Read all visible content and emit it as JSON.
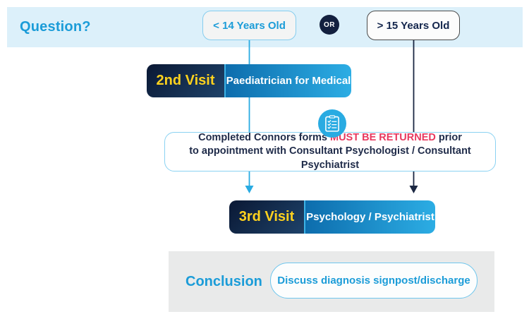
{
  "palette": {
    "accent_blue": "#29abe2",
    "text_blue": "#1b9cd8",
    "navy": "#1f2b49",
    "dark_line": "#1b2742",
    "yellow": "#ffd21e",
    "red": "#e8395f",
    "band_bg": "#dcf0fa",
    "gray_bg": "#e9eaea"
  },
  "question_row": {
    "label": "Question?",
    "option_under_14": "< 14 Years Old",
    "or_label": "OR",
    "option_over_15": "> 15 Years Old"
  },
  "visit2": {
    "title": "2nd Visit",
    "description": "Paediatrician for Medical"
  },
  "connors_note": {
    "icon": "checklist-icon",
    "line1_prefix": "Completed Connors forms ",
    "line1_emphasis": "MUST BE RETURNED",
    "line1_suffix": " prior",
    "line2": "to appointment with Consultant Psychologist / Consultant Psychiatrist"
  },
  "visit3": {
    "title": "3rd Visit",
    "description": "Psychology / Psychiatrist"
  },
  "conclusion": {
    "label": "Conclusion",
    "outcome": "Discuss diagnosis signpost/discharge"
  }
}
